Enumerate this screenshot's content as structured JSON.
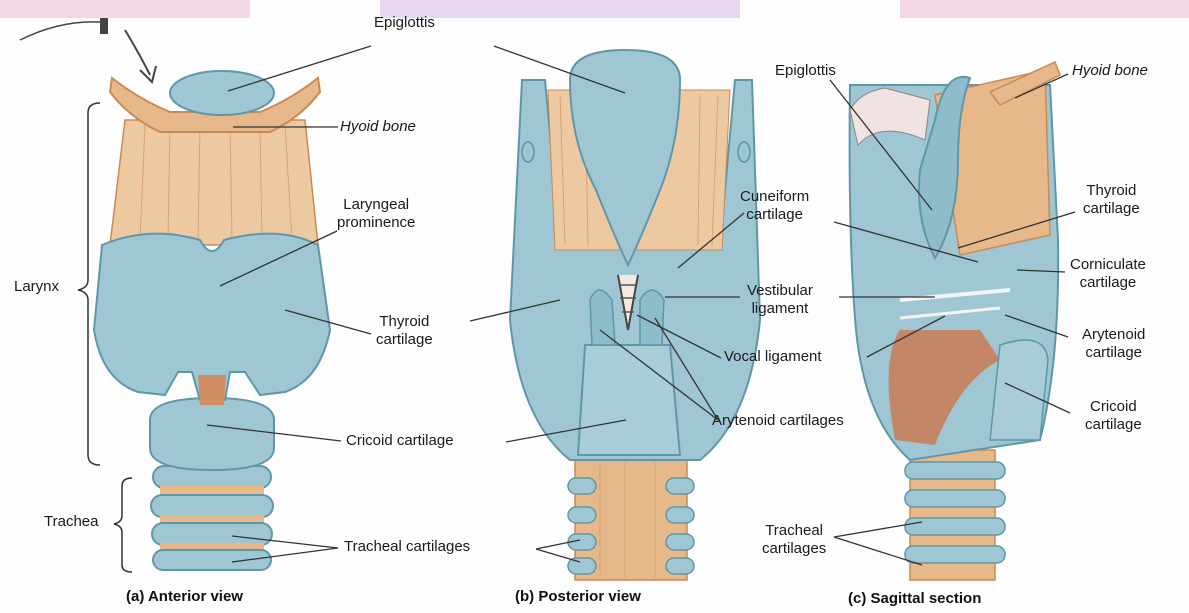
{
  "colors": {
    "cartilage": "#9fc6d3",
    "cartilage_dark": "#5f97a8",
    "bone": "#e7b98a",
    "bone_dark": "#c98a54",
    "muscle": "#c97a52",
    "line": "#333333"
  },
  "views": {
    "anterior": {
      "caption": "(a) Anterior view"
    },
    "posterior": {
      "caption": "(b) Posterior view"
    },
    "sagittal": {
      "caption": "(c) Sagittal section"
    }
  },
  "labels": {
    "epiglottis_a": "Epiglottis",
    "hyoid_a": "Hyoid bone",
    "laryngeal_prominence": "Laryngeal\nprominence",
    "thyroid_a": "Thyroid\ncartilage",
    "cricoid_a": "Cricoid cartilage",
    "tracheal_a": "Tracheal cartilages",
    "larynx": "Larynx",
    "trachea": "Trachea",
    "cuneiform": "Cuneiform\ncartilage",
    "vestibular": "Vestibular\nligament",
    "vocal": "Vocal ligament",
    "arytenoid_b": "Arytenoid cartilages",
    "epiglottis_c": "Epiglottis",
    "hyoid_c": "Hyoid bone",
    "thyroid_c": "Thyroid\ncartilage",
    "corniculate": "Corniculate\ncartilage",
    "arytenoid_c": "Arytenoid\ncartilage",
    "cricoid_c": "Cricoid\ncartilage",
    "tracheal_c": "Tracheal\ncartilages"
  }
}
